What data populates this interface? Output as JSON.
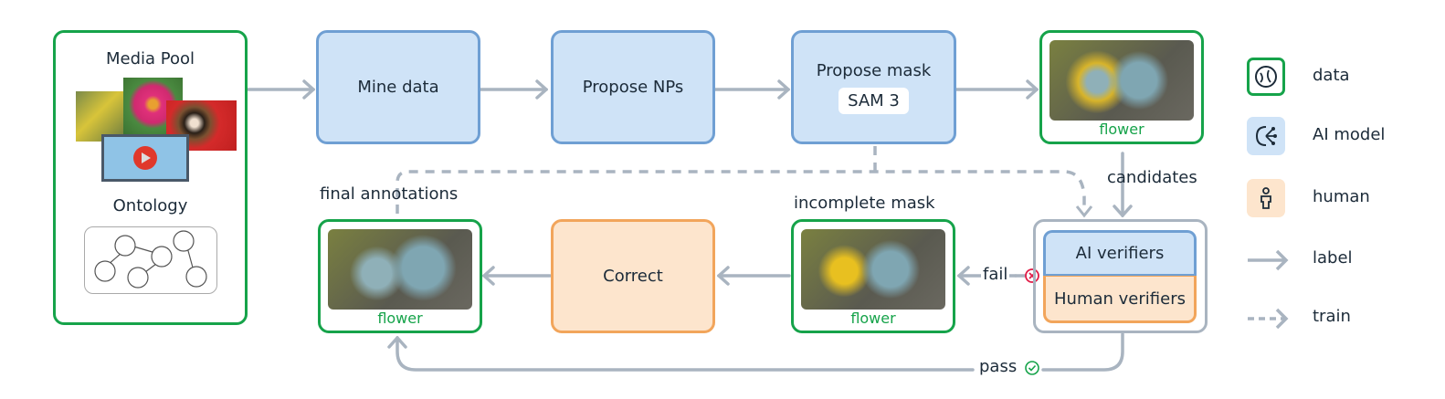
{
  "media_pool": {
    "title": "Media Pool",
    "ontology_title": "Ontology"
  },
  "steps": {
    "mine": "Mine data",
    "propose_nps": "Propose NPs",
    "propose_mask": "Propose mask",
    "model": "SAM 3",
    "correct": "Correct",
    "ai_verifiers": "AI verifiers",
    "human_verifiers": "Human verifiers"
  },
  "labels": {
    "candidates": "candidates",
    "incomplete_mask": "incomplete mask",
    "final_annotations": "final annotations",
    "fail": "fail",
    "pass": "pass",
    "flower": "flower"
  },
  "legend": [
    {
      "icon": "data-icon",
      "label": "data"
    },
    {
      "icon": "ai-model-icon",
      "label": "AI model"
    },
    {
      "icon": "human-icon",
      "label": "human"
    },
    {
      "icon": "solid-arrow-icon",
      "label": "label"
    },
    {
      "icon": "dashed-arrow-icon",
      "label": "train"
    }
  ],
  "colors": {
    "data": "#16a34a",
    "ai": "#6f9fd3",
    "human": "#f2a55b",
    "arrow": "#a9b4c0",
    "fail": "#e11d48"
  }
}
